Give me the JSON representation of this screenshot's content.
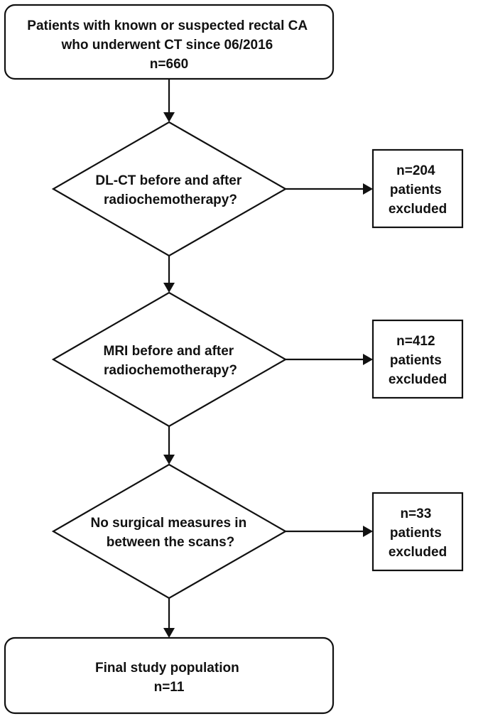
{
  "flowchart": {
    "start": {
      "lines": [
        "Patients with known or suspected rectal CA",
        "who underwent CT since 06/2016",
        "n=660"
      ]
    },
    "decisions": [
      {
        "lines": [
          "DL-CT before and after",
          "radiochemotherapy?"
        ]
      },
      {
        "lines": [
          "MRI before and after",
          "radiochemotherapy?"
        ]
      },
      {
        "lines": [
          "No surgical measures in",
          "between the scans?"
        ]
      }
    ],
    "exclusions": [
      {
        "lines": [
          "n=204",
          "patients",
          "excluded"
        ]
      },
      {
        "lines": [
          "n=412",
          "patients",
          "excluded"
        ]
      },
      {
        "lines": [
          "n=33",
          "patients",
          "excluded"
        ]
      }
    ],
    "final": {
      "lines": [
        "Final study population",
        "n=11"
      ]
    }
  },
  "colors": {
    "line": "#111111",
    "fill": "#ffffff",
    "text": "#111111"
  }
}
